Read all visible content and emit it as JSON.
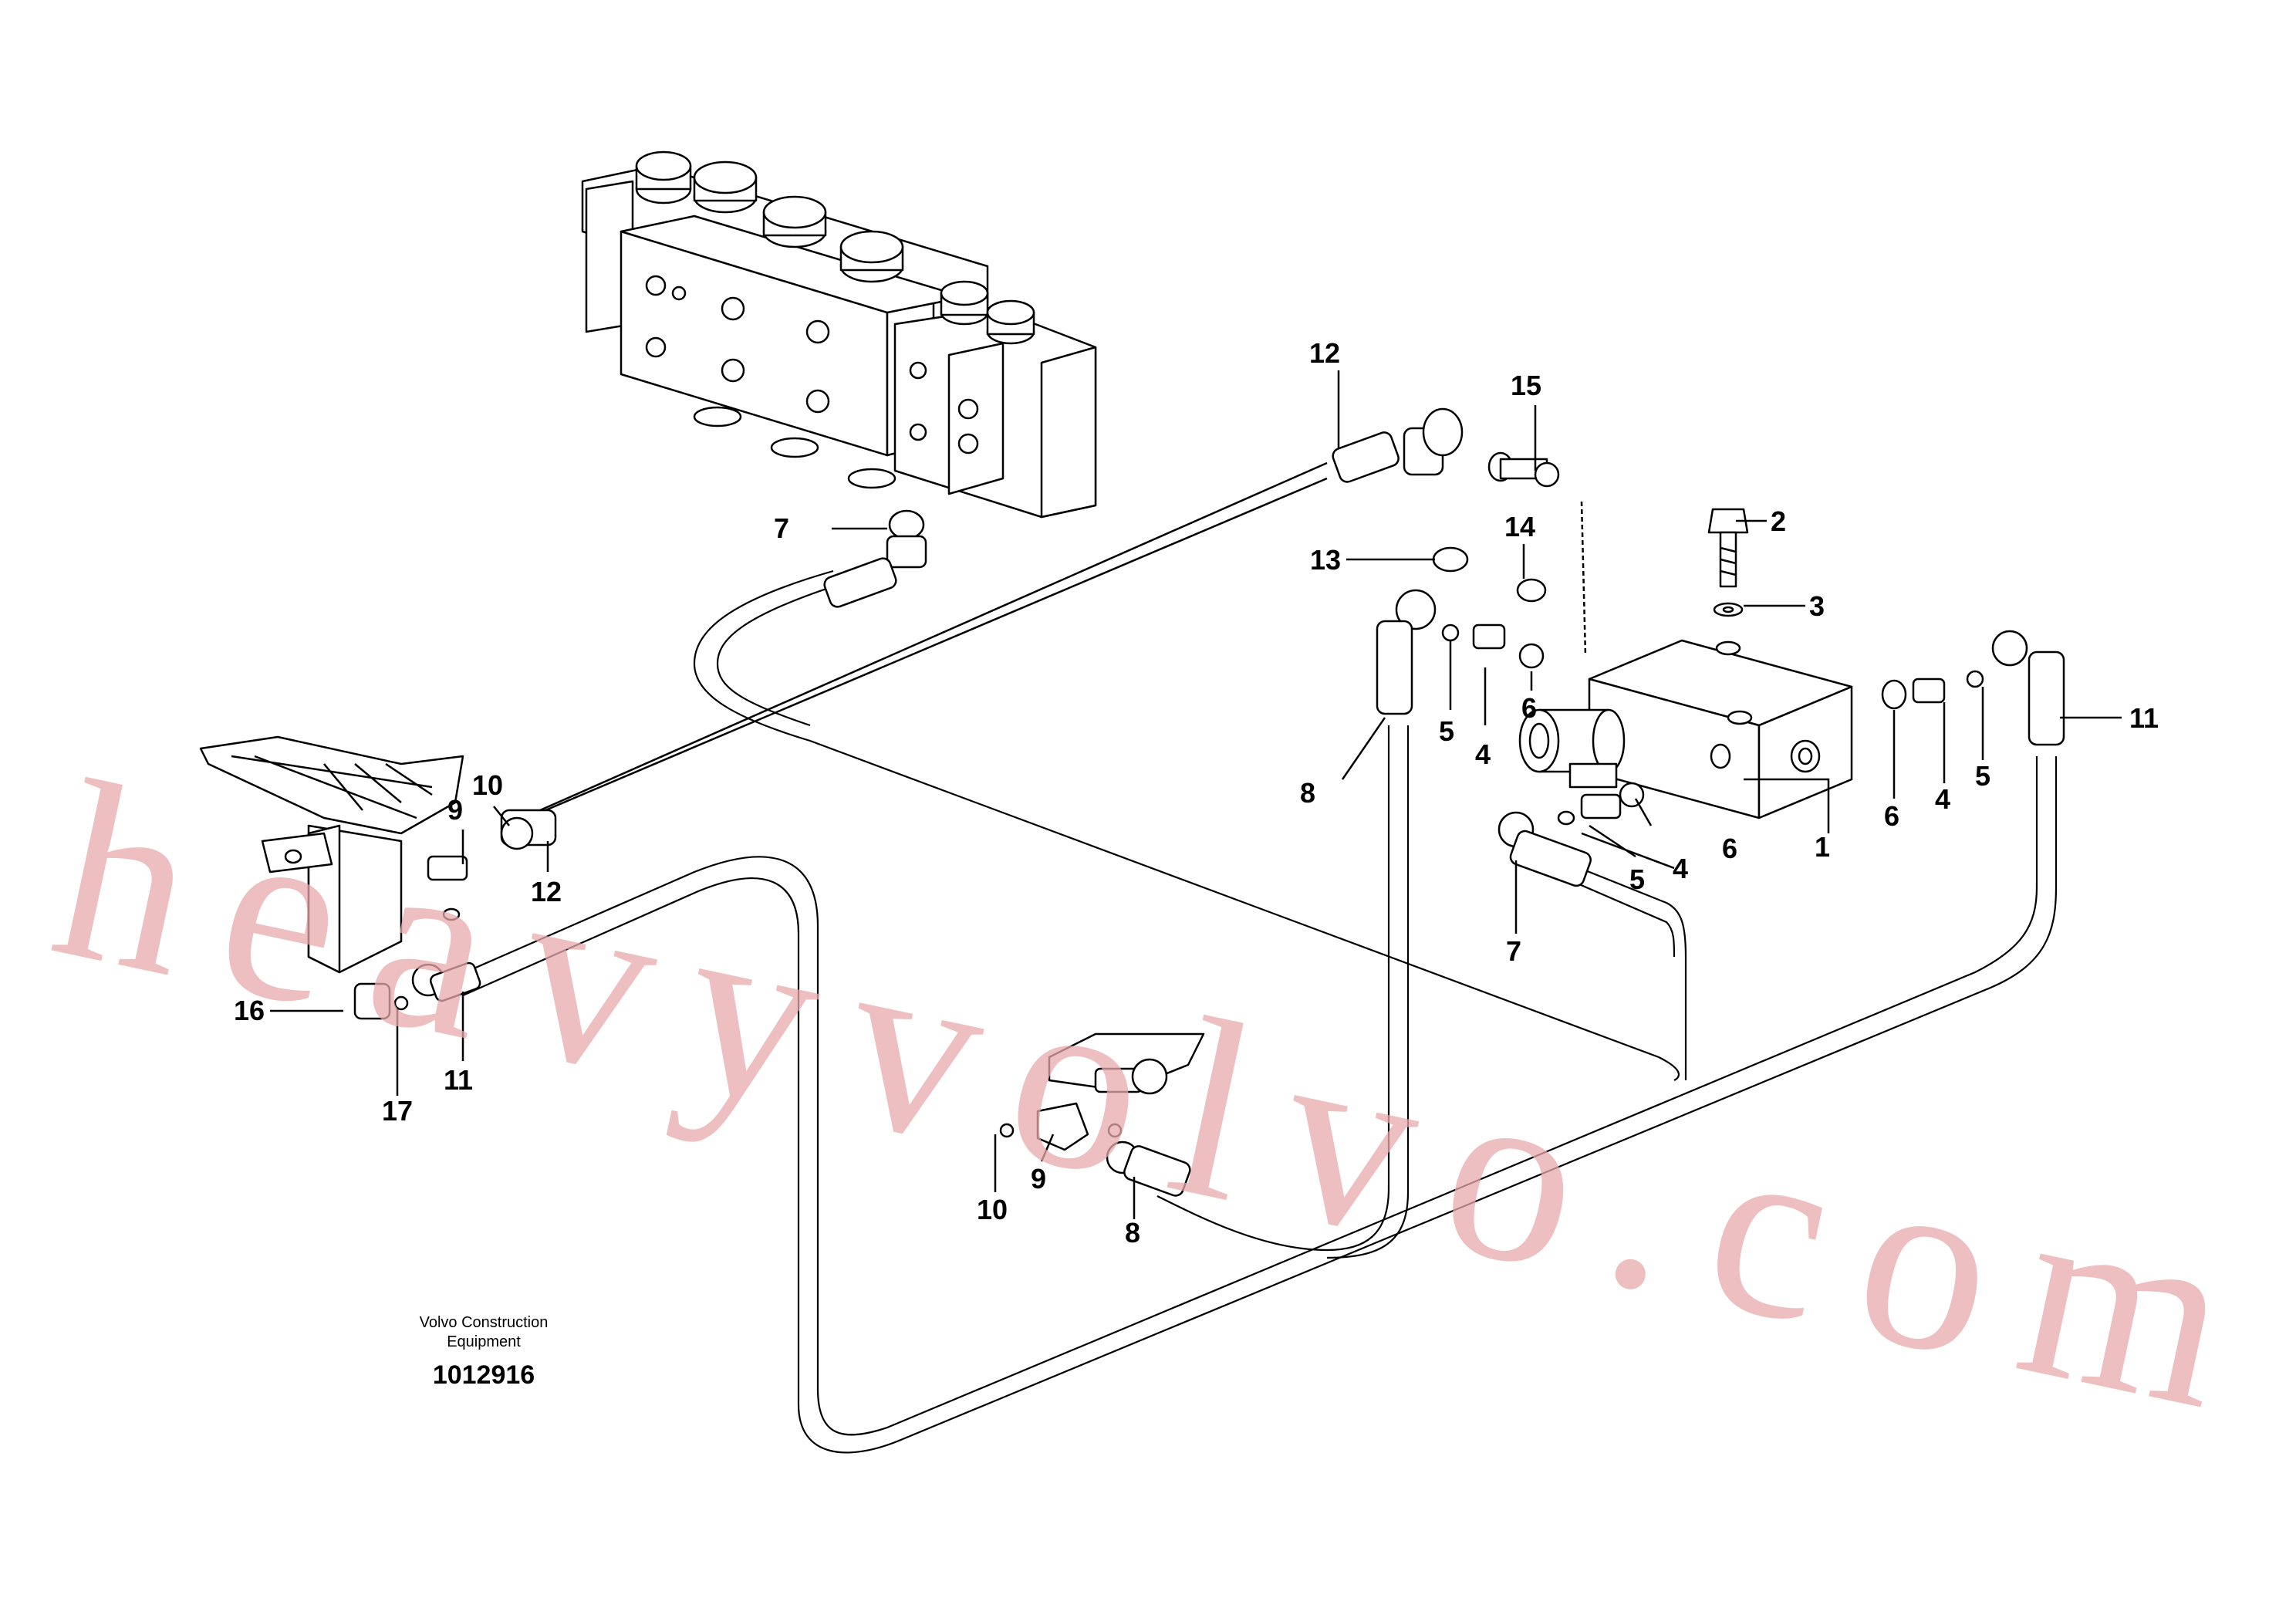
{
  "watermark": "heavyvolvo.com",
  "caption": {
    "line1": "Volvo Construction",
    "line2": "Equipment",
    "number": "1012916"
  },
  "callouts": {
    "c1": "1",
    "c2": "2",
    "c3": "3",
    "c4a": "4",
    "c4b": "4",
    "c4c": "4",
    "c5a": "5",
    "c5b": "5",
    "c5c": "5",
    "c6a": "6",
    "c6b": "6",
    "c6c": "6",
    "c7a": "7",
    "c7b": "7",
    "c8a": "8",
    "c8b": "8",
    "c9a": "9",
    "c9b": "9",
    "c10a": "10",
    "c10b": "10",
    "c11a": "11",
    "c11b": "11",
    "c12a": "12",
    "c12b": "12",
    "c13": "13",
    "c14": "14",
    "c15": "15",
    "c16": "16",
    "c17": "17"
  }
}
